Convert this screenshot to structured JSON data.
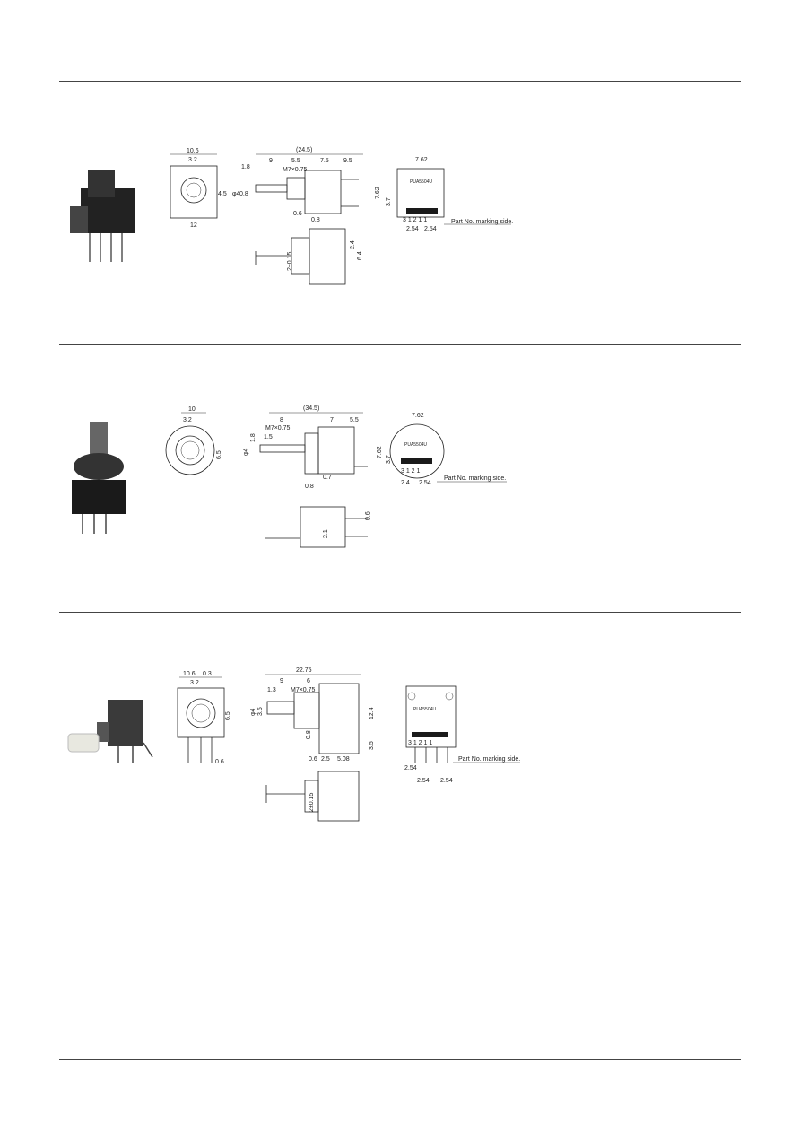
{
  "sections": [
    {
      "front": {
        "w": "10.6",
        "c": "3.2",
        "h": "4.5",
        "b": "12"
      },
      "side": {
        "total": "(24.5)",
        "a": "1.8",
        "b": "9",
        "c": "5.5",
        "d": "7.5",
        "e": "9.5",
        "thread": "M7×0.75",
        "f": "φ4",
        "g": "0.8",
        "h": "0.6",
        "i": "0.8"
      },
      "bottom": {
        "a": "2±0.15",
        "b": "6.4",
        "c": "2.4"
      },
      "rear": {
        "w": "7.62",
        "h": "7.62",
        "m": "3.7",
        "label": "PUA5504U",
        "pins": "3 1 2 1 1",
        "p1": "2.54",
        "p2": "2.54",
        "note": "Part No. marking side."
      }
    },
    {
      "front": {
        "w": "10",
        "c": "3.2",
        "h": "6.5"
      },
      "side": {
        "total": "(34.5)",
        "a": "8",
        "b": "7",
        "c": "5.5",
        "thread": "M7×0.75",
        "d": "1.8",
        "e": "1.5",
        "f": "φ4",
        "g": "0.8",
        "h": "0.7"
      },
      "bottom": {
        "a": "0.6",
        "b": "2.1"
      },
      "rear": {
        "w": "7.62",
        "h": "7.62",
        "m": "3.7",
        "label": "PUA5504U",
        "pins": "3 1 2 1",
        "p1": "2.4",
        "p2": "2.54",
        "note": "Part No. marking side."
      }
    },
    {
      "front": {
        "w": "10.6",
        "w2": "0.3",
        "c": "3.2",
        "h": "6.5",
        "b": "0.6"
      },
      "side": {
        "total": "22.75",
        "a": "9",
        "b": "6",
        "c": "1.3",
        "thread": "M7×0.75",
        "d": "φ4",
        "e": "3.5",
        "f": "12.4",
        "g": "0.8",
        "h": "3.5",
        "i": "0.6",
        "j": "2.5",
        "k": "5.08"
      },
      "bottom": {
        "a": "2±0.15"
      },
      "rear": {
        "label": "PUA5504U",
        "pins": "3 1 2 1 1",
        "p1": "2.54",
        "p2": "2.54",
        "p3": "2.54",
        "note": "Part No. marking side."
      }
    }
  ]
}
